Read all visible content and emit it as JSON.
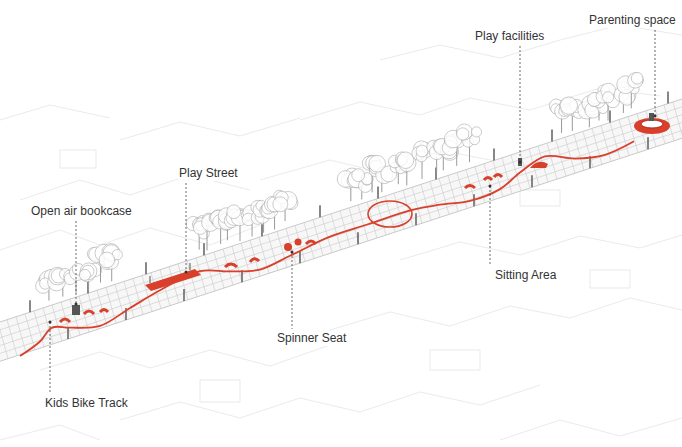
{
  "diagram": {
    "labels": [
      "Parenting space",
      "Play facilities",
      "Play Street",
      "Open air bookcase",
      "Sitting Area",
      "Spinner Seat",
      "Kids Bike Track"
    ]
  }
}
